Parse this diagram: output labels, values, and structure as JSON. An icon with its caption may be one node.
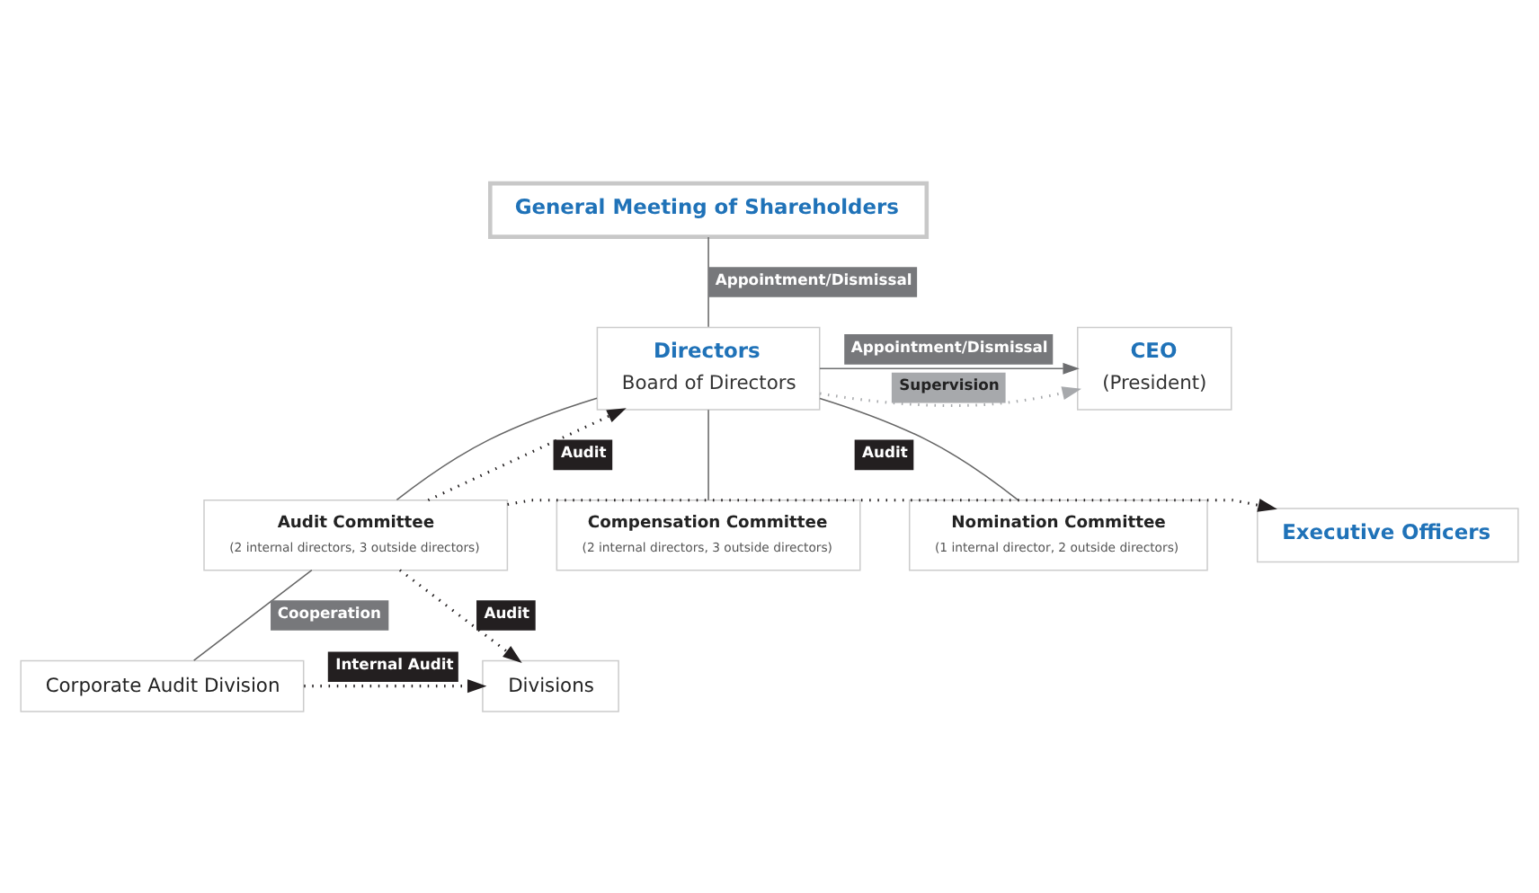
{
  "diagram": {
    "nodes": [
      {
        "text": [
          "General Meeting of Shareholders"
        ]
      },
      {
        "text": [
          "Directors",
          "Board of Directors"
        ]
      },
      {
        "text": [
          "CEO",
          "(President)"
        ]
      },
      {
        "text": [
          "Executive Officers"
        ]
      },
      {
        "text": [
          "Nomination Committee",
          "(1 internal director, 2 outside directors)"
        ]
      },
      {
        "text": [
          "Audit Committee",
          "(2 internal directors, 3 outside directors)"
        ]
      },
      {
        "text": [
          "Compensation Committee",
          "(2 internal directors, 3 outside directors)"
        ]
      },
      {
        "text": [
          "Divisions"
        ]
      },
      {
        "text": [
          "Corporate Audit Division"
        ]
      }
    ],
    "edges": [
      {
        "from": 0,
        "to": 1,
        "arrow": "none",
        "label": "Appointment/Dismissal"
      },
      {
        "from": 1,
        "to": 2,
        "arrow": "to",
        "label": "Appointment/Dismissal",
        "color": "#6d6e70"
      },
      {
        "from": 1,
        "to": 2,
        "arrow": "to",
        "label": "Supervision",
        "style": "dashed",
        "color": "#a7a9ac"
      },
      {
        "from": 5,
        "to": 3,
        "arrow": "to",
        "label": "Audit",
        "style": "dashed"
      },
      {
        "from": 5,
        "to": 7,
        "arrow": "to",
        "label": "Audit",
        "style": "dashed"
      },
      {
        "from": 5,
        "to": 1,
        "arrow": "to",
        "label": "Audit",
        "style": "dashed"
      },
      {
        "from": 1,
        "to": 4,
        "arrow": "none"
      },
      {
        "from": 1,
        "to": 5,
        "arrow": "none"
      },
      {
        "from": 1,
        "to": 6,
        "arrow": "none"
      },
      {
        "from": 5,
        "to": 8,
        "arrow": "none",
        "label": "Cooperation"
      },
      {
        "from": 8,
        "to": 7,
        "arrow": "to",
        "label": "Internal Audit",
        "style": "dashed"
      }
    ]
  }
}
